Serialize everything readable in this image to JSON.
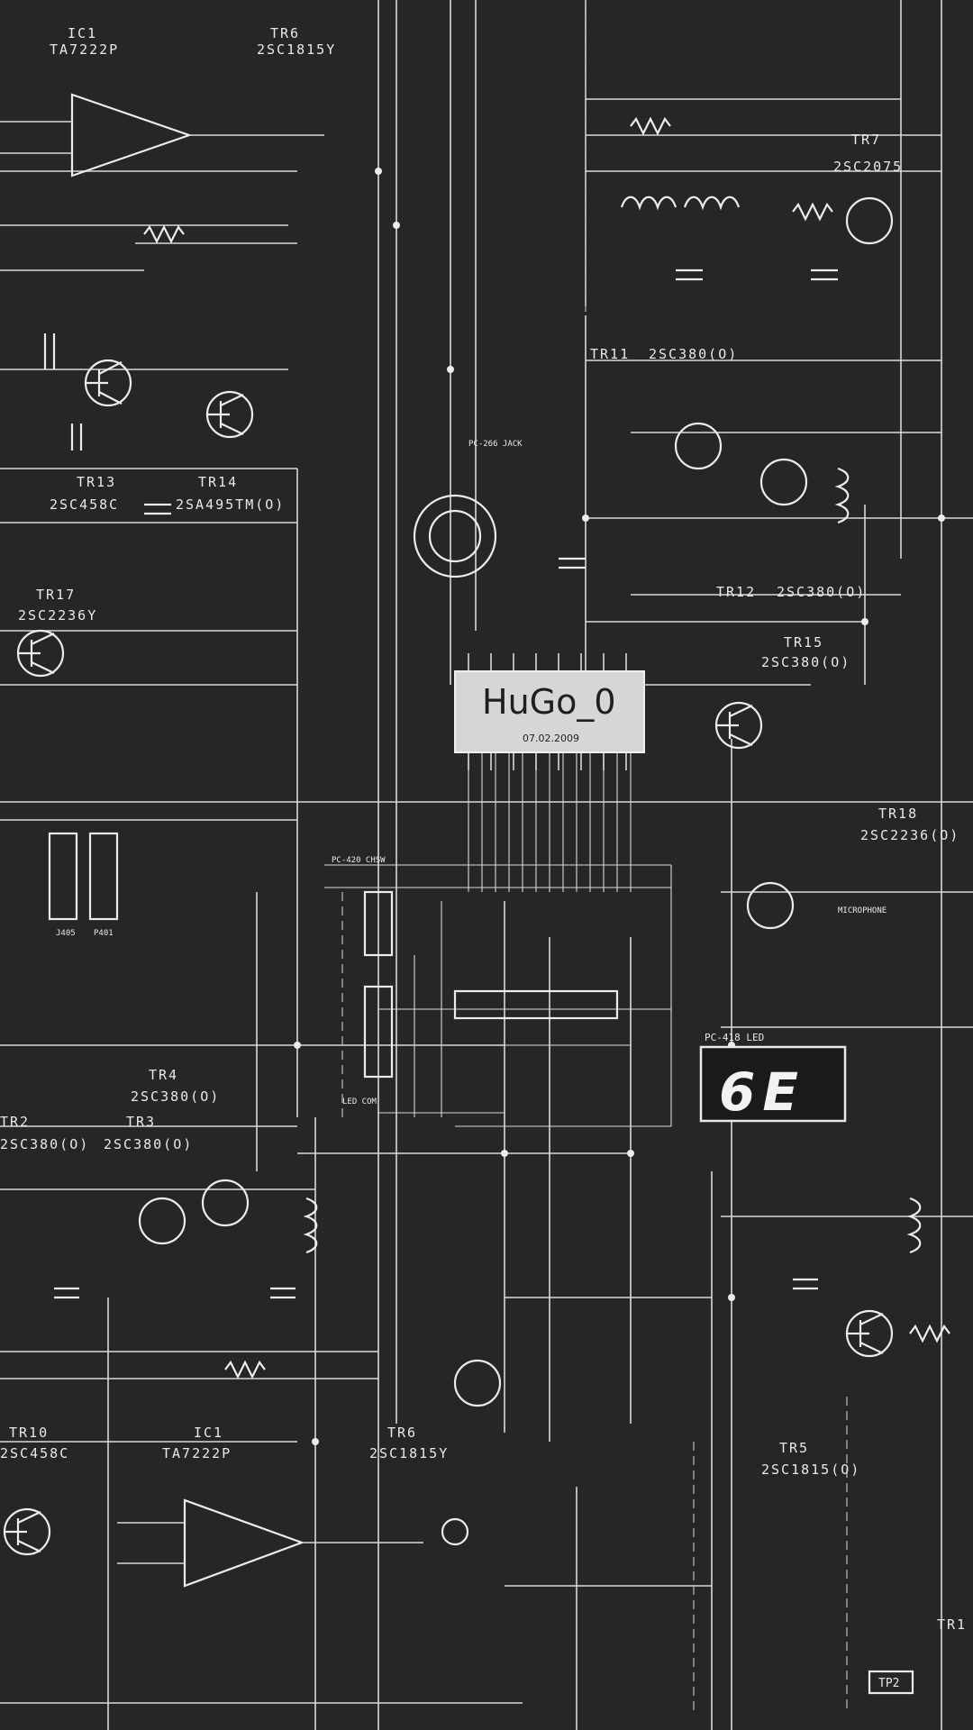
{
  "chip": {
    "title": "HuGo_0",
    "date": "07.02.2009"
  },
  "display": {
    "label": "PC-418 LED",
    "digits": "6E"
  },
  "labels": {
    "ic1_top": "IC1",
    "ic1_top_part": "TA7222P",
    "tr6_top": "TR6",
    "tr6_top_part": "2SC1815Y",
    "tr7": "TR7",
    "tr7_part": "2SC2075",
    "tr11": "TR11",
    "tr11_part": "2SC380(O)",
    "tr13": "TR13",
    "tr13_part": "2SC458C",
    "tr14": "TR14",
    "tr14_part": "2SA495TM(O)",
    "tr17": "TR17",
    "tr17_part": "2SC2236Y",
    "tr12": "TR12",
    "tr12_part": "2SC380(O)",
    "tr15": "TR15",
    "tr15_part": "2SC380(O)",
    "tr18": "TR18",
    "tr18_part": "2SC2236(O)",
    "tr4": "TR4",
    "tr4_part": "2SC380(O)",
    "tr2": "TR2",
    "tr2_part": "2SC380(O)",
    "tr3": "TR3",
    "tr3_part": "2SC380(O)",
    "tr10": "TR10",
    "tr10_part": "2SC458C",
    "ic1_bottom": "IC1",
    "ic1_bottom_part": "TA7222P",
    "tr6_bottom": "TR6",
    "tr6_bottom_part": "2SC1815Y",
    "tr5": "TR5",
    "tr5_part": "2SC1815(O)",
    "pc420": "PC-420 CHSW",
    "pc266": "PC-266 JACK",
    "microphone": "MICROPHONE",
    "j405": "J405",
    "p401": "P401",
    "led_com": "LED COM",
    "tp2": "TP2",
    "tr1": "TR1"
  }
}
